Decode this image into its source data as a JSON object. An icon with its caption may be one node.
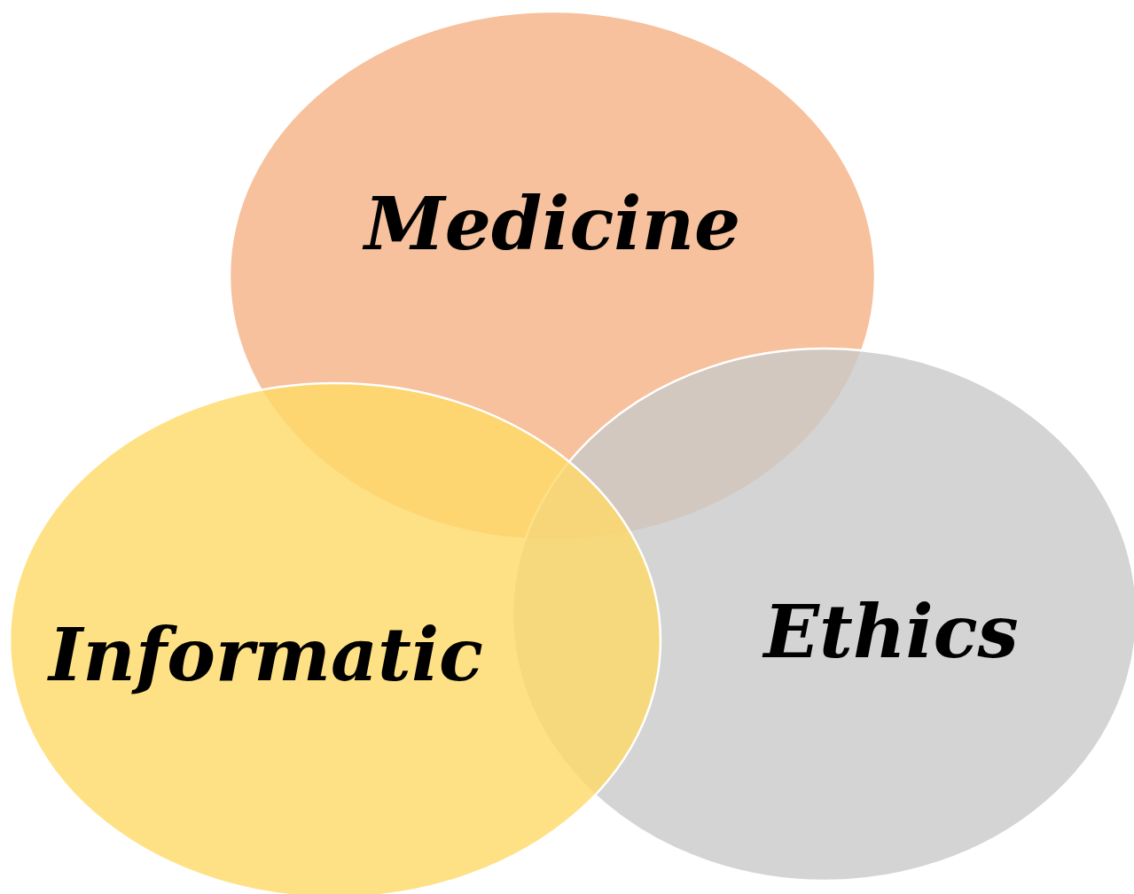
{
  "diagram": {
    "nodes": [
      {
        "text": [
          "Medicine"
        ]
      },
      {
        "text": [
          "Informatic"
        ]
      },
      {
        "text": [
          "Ethics"
        ]
      }
    ]
  }
}
